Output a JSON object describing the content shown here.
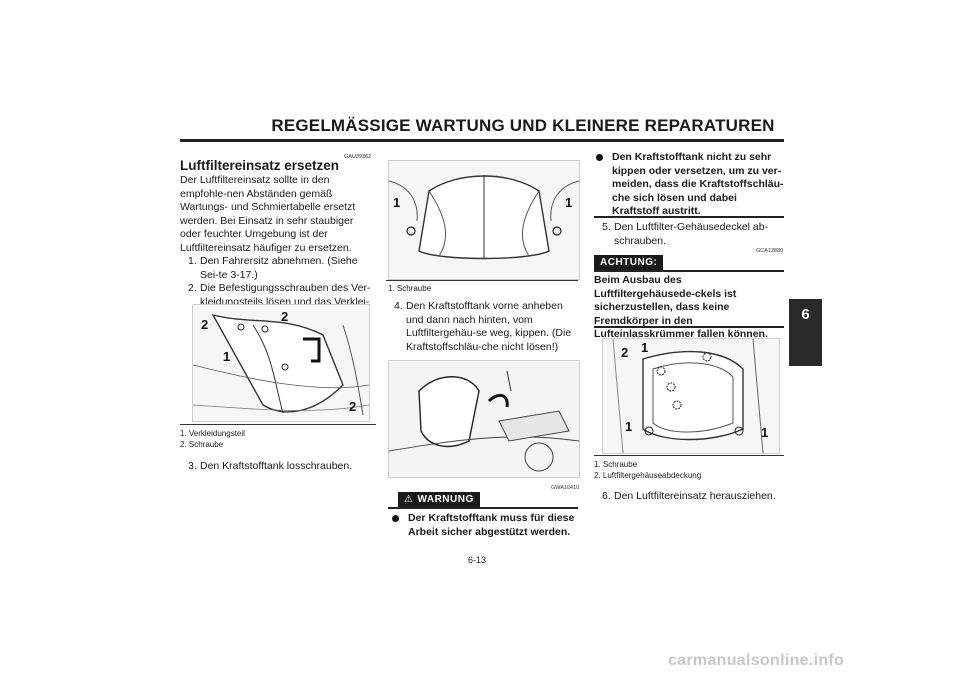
{
  "header": {
    "title": "REGELMÄSSIGE WARTUNG UND KLEINERE REPARATUREN",
    "chapter_tab": "6"
  },
  "left_column": {
    "ref_code": "GAU39362",
    "heading": "Luftfiltereinsatz ersetzen",
    "intro": "Der Luftfiltereinsatz sollte in den empfohle-nen Abständen gemäß Wartungs- und Schmiertabelle ersetzt werden. Bei Einsatz in sehr staubiger oder feuchter Umgebung ist der Luftfiltereinsatz häufiger zu ersetzen.",
    "steps": [
      {
        "num": "1.",
        "text": "Den Fahrersitz abnehmen. (Siehe Sei-te 3-17.)"
      },
      {
        "num": "2.",
        "text": "Die Befestigungsschrauben des Ver-kleidungsteils lösen und das Verklei-dungsteil abziehen."
      }
    ],
    "figure_labels": [
      "2",
      "2",
      "1",
      "2"
    ],
    "captions": [
      "1. Verkleidungsteil",
      "2. Schraube"
    ],
    "step3": {
      "num": "3.",
      "text": "Den Kraftstofftank losschrauben."
    }
  },
  "middle_column": {
    "figure1_labels": [
      "1",
      "1"
    ],
    "caption1": "1. Schraube",
    "step4": {
      "num": "4.",
      "text": "Den Kraftstofftank vorne anheben und dann nach hinten, vom Luftfiltergehäu-se weg, kippen. (Die Kraftstoffschläu-che nicht lösen!)"
    },
    "figure2_ref": "GWA10410",
    "warning_label": "WARNUNG",
    "warning_bullet": "Der Kraftstofftank muss für diese Arbeit sicher abgestützt werden."
  },
  "right_column": {
    "warning_bullet": "Den Kraftstofftank nicht zu sehr kippen oder versetzen, um zu ver-meiden, dass die Kraftstoffschläu-che sich lösen und dabei Kraftstoff austritt.",
    "step5": {
      "num": "5.",
      "text": "Den Luftfilter-Gehäusedeckel ab-schrauben."
    },
    "ref_code": "GCA12880",
    "caution_label": "ACHTUNG:",
    "caution_text": "Beim Ausbau des Luftfiltergehäusede-ckels ist sicherzustellen, dass keine Fremdkörper in den Lufteinlasskrümmer fallen können.",
    "figure_labels": [
      "2",
      "1",
      "1",
      "1"
    ],
    "captions": [
      "1. Schraube",
      "2. Luftfiltergehäuseabdeckung"
    ],
    "step6": {
      "num": "6.",
      "text": "Den Luftfiltereinsatz herausziehen."
    }
  },
  "footer": {
    "page_number": "6-13",
    "watermark": "carmanualsonline.info"
  }
}
